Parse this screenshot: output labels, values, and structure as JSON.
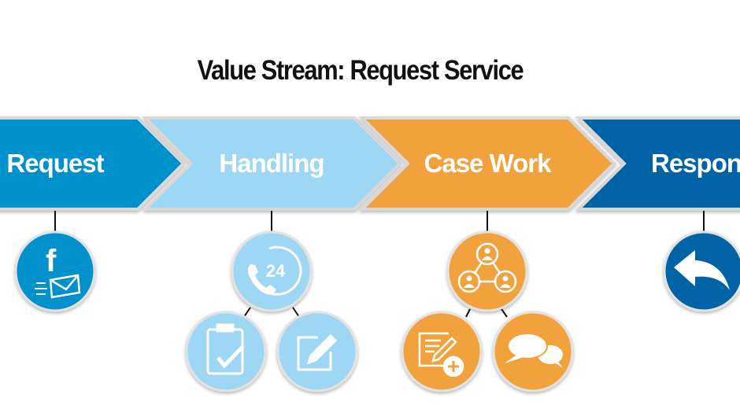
{
  "title": "Value Stream: Request Service",
  "stages": [
    {
      "label": "Request",
      "color": "#0390cc",
      "icons": [
        "facebook-email-icon"
      ]
    },
    {
      "label": "Handling",
      "color": "#9dd7f4",
      "icons": [
        "phone-24-icon",
        "clipboard-check-icon",
        "edit-icon"
      ]
    },
    {
      "label": "Case Work",
      "color": "#f2a23c",
      "icons": [
        "collaboration-network-icon",
        "add-note-icon",
        "chat-bubbles-icon"
      ]
    },
    {
      "label": "Response",
      "color": "#0563a6",
      "icons": [
        "reply-icon"
      ]
    }
  ]
}
